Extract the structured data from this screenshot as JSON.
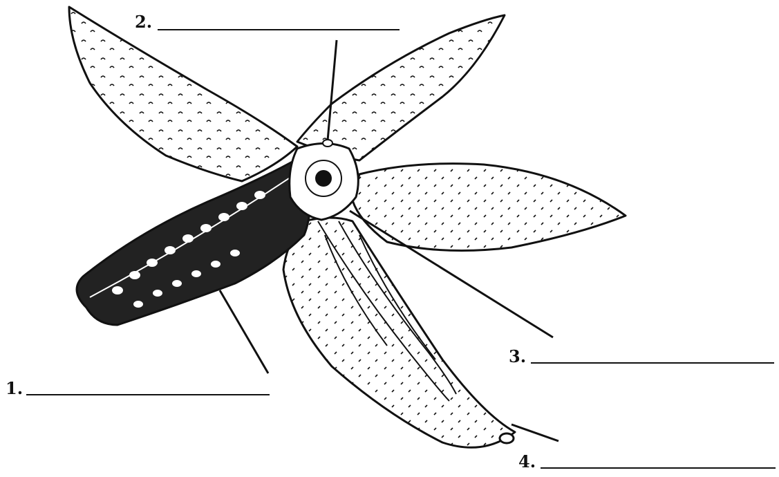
{
  "labels": {
    "l1": "1.",
    "l2": "2.",
    "l3": "3.",
    "l4": "4."
  },
  "colors": {
    "ink": "#111111",
    "paper": "#ffffff"
  }
}
